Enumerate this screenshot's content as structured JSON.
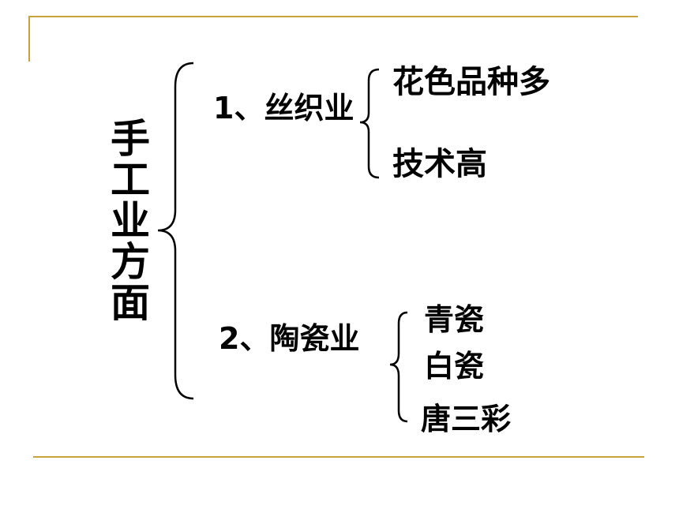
{
  "slide": {
    "accent_color": "#c9a23a",
    "root": {
      "chars": [
        "手",
        "工",
        "业",
        "方",
        "面"
      ]
    },
    "branches": [
      {
        "label": "1、丝织业",
        "children": [
          "花色品种多",
          "技术高"
        ]
      },
      {
        "label": "2、陶瓷业",
        "children": [
          "青瓷",
          "白瓷",
          "唐三彩"
        ]
      }
    ]
  }
}
